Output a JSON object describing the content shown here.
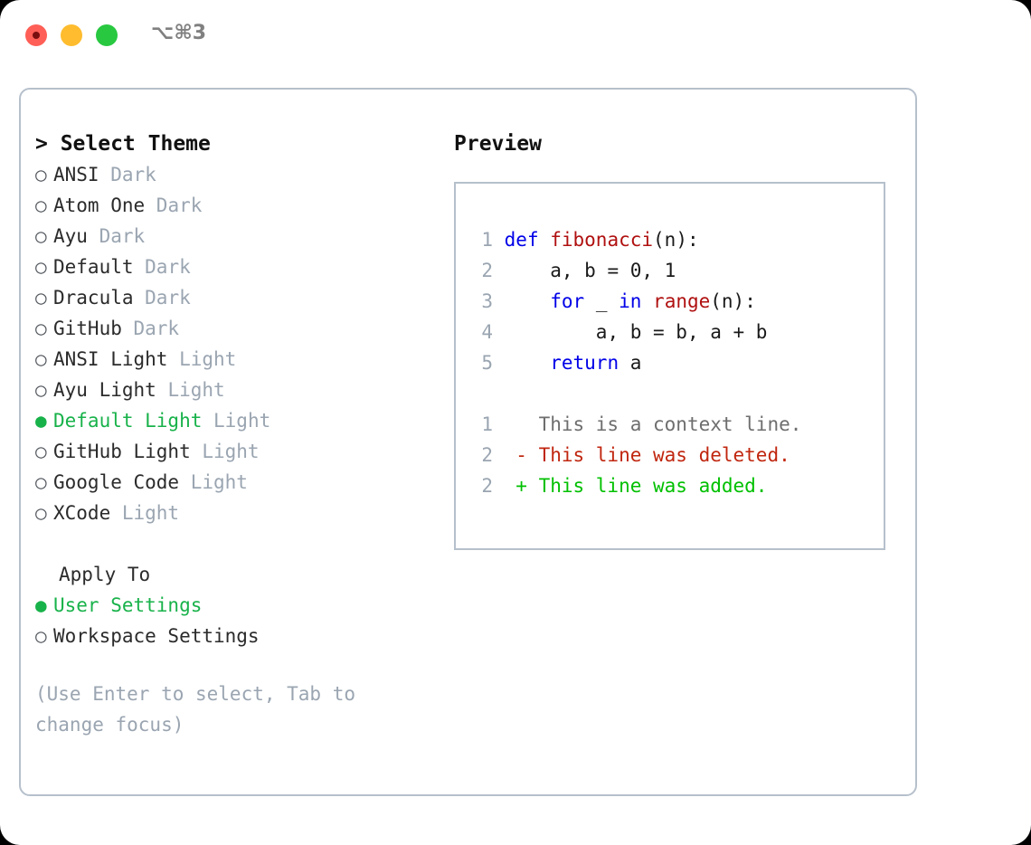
{
  "titlebar": {
    "shortcut": "⌥⌘3",
    "buttons": {
      "close": "close",
      "minimize": "minimize",
      "maximize": "maximize"
    }
  },
  "theme_panel": {
    "header": "> Select Theme",
    "options": [
      {
        "bullet": "○",
        "label": "ANSI",
        "suffix": " Dark",
        "selected": false
      },
      {
        "bullet": "○",
        "label": "Atom One",
        "suffix": " Dark",
        "selected": false
      },
      {
        "bullet": "○",
        "label": "Ayu",
        "suffix": " Dark",
        "selected": false
      },
      {
        "bullet": "○",
        "label": "Default",
        "suffix": " Dark",
        "selected": false
      },
      {
        "bullet": "○",
        "label": "Dracula",
        "suffix": " Dark",
        "selected": false
      },
      {
        "bullet": "○",
        "label": "GitHub",
        "suffix": " Dark",
        "selected": false
      },
      {
        "bullet": "○",
        "label": "ANSI Light",
        "suffix": " Light",
        "selected": false
      },
      {
        "bullet": "○",
        "label": "Ayu Light",
        "suffix": " Light",
        "selected": false
      },
      {
        "bullet": "●",
        "label": "Default Light",
        "suffix": " Light",
        "selected": true
      },
      {
        "bullet": "○",
        "label": "GitHub Light",
        "suffix": " Light",
        "selected": false
      },
      {
        "bullet": "○",
        "label": "Google Code",
        "suffix": " Light",
        "selected": false
      },
      {
        "bullet": "○",
        "label": "XCode",
        "suffix": " Light",
        "selected": false
      }
    ]
  },
  "apply_to": {
    "header": "Apply To",
    "options": [
      {
        "bullet": "●",
        "label": "User Settings",
        "selected": true
      },
      {
        "bullet": "○",
        "label": "Workspace Settings",
        "selected": false
      }
    ]
  },
  "hint": "(Use Enter to select, Tab to change focus)",
  "preview": {
    "title": "Preview",
    "code_lines": [
      {
        "no": "1",
        "tokens": [
          {
            "t": "def ",
            "c": "kw"
          },
          {
            "t": "fibonacci",
            "c": "fn"
          },
          {
            "t": "(n):",
            "c": "plain"
          }
        ]
      },
      {
        "no": "2",
        "tokens": [
          {
            "t": "    a, b = 0, 1",
            "c": "plain"
          }
        ]
      },
      {
        "no": "3",
        "tokens": [
          {
            "t": "    ",
            "c": "plain"
          },
          {
            "t": "for",
            "c": "kw"
          },
          {
            "t": " _ ",
            "c": "plain"
          },
          {
            "t": "in ",
            "c": "kw"
          },
          {
            "t": "range",
            "c": "fn"
          },
          {
            "t": "(n):",
            "c": "plain"
          }
        ]
      },
      {
        "no": "4",
        "tokens": [
          {
            "t": "        a, b = b, a + b",
            "c": "plain"
          }
        ]
      },
      {
        "no": "5",
        "tokens": [
          {
            "t": "    ",
            "c": "plain"
          },
          {
            "t": "return",
            "c": "kw"
          },
          {
            "t": " a",
            "c": "plain"
          }
        ]
      }
    ],
    "diff_lines": [
      {
        "no": "1",
        "marker": "  ",
        "text": "This is a context line.",
        "kind": "diff-ctx"
      },
      {
        "no": "2",
        "marker": "- ",
        "text": "This line was deleted.",
        "kind": "diff-del"
      },
      {
        "no": "2",
        "marker": "+ ",
        "text": "This line was added.",
        "kind": "diff-add"
      }
    ]
  },
  "colors": {
    "selected_green": "#18b24a",
    "suffix_grey": "#9aa5b1",
    "keyword_blue": "#0000e8",
    "function_red": "#b01010",
    "diff_deleted": "#c0260f",
    "diff_added": "#00c000",
    "border": "#b6c0cc",
    "traffic_close": "#ff5f56",
    "traffic_min": "#febc2e",
    "traffic_max": "#28c840"
  }
}
